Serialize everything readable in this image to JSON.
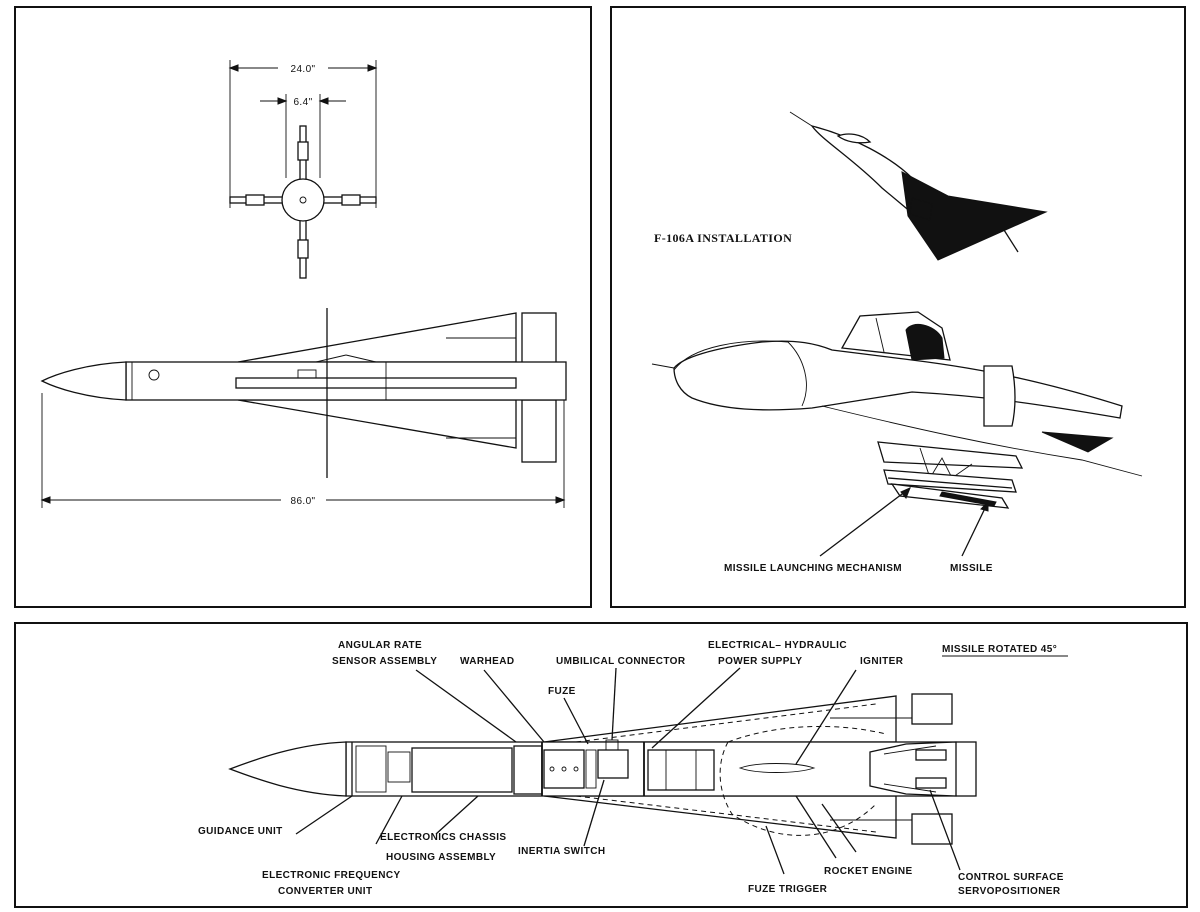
{
  "dimensions_view": {
    "span_overall": "24.0\"",
    "body_diameter": "6.4\"",
    "length_overall": "86.0\""
  },
  "installation_view": {
    "title": "F-106A INSTALLATION",
    "callouts": {
      "launching_mechanism": "MISSILE LAUNCHING MECHANISM",
      "missile": "MISSILE"
    }
  },
  "cutaway_view": {
    "note": "MISSILE ROTATED 45°",
    "callouts": {
      "angular_rate_1": "ANGULAR RATE",
      "angular_rate_2": "SENSOR ASSEMBLY",
      "warhead": "WARHEAD",
      "umbilical": "UMBILICAL CONNECTOR",
      "power_1": "ELECTRICAL– HYDRAULIC",
      "power_2": "POWER SUPPLY",
      "igniter": "IGNITER",
      "fuze": "FUZE",
      "guidance": "GUIDANCE UNIT",
      "chassis_1": "ELECTRONICS CHASSIS",
      "chassis_2": "HOUSING ASSEMBLY",
      "inertia": "INERTIA SWITCH",
      "rocket": "ROCKET ENGINE",
      "converter_1": "ELECTRONIC FREQUENCY",
      "converter_2": "CONVERTER UNIT",
      "fuze_trigger": "FUZE TRIGGER",
      "servo_1": "CONTROL SURFACE",
      "servo_2": "SERVOPOSITIONER"
    }
  }
}
